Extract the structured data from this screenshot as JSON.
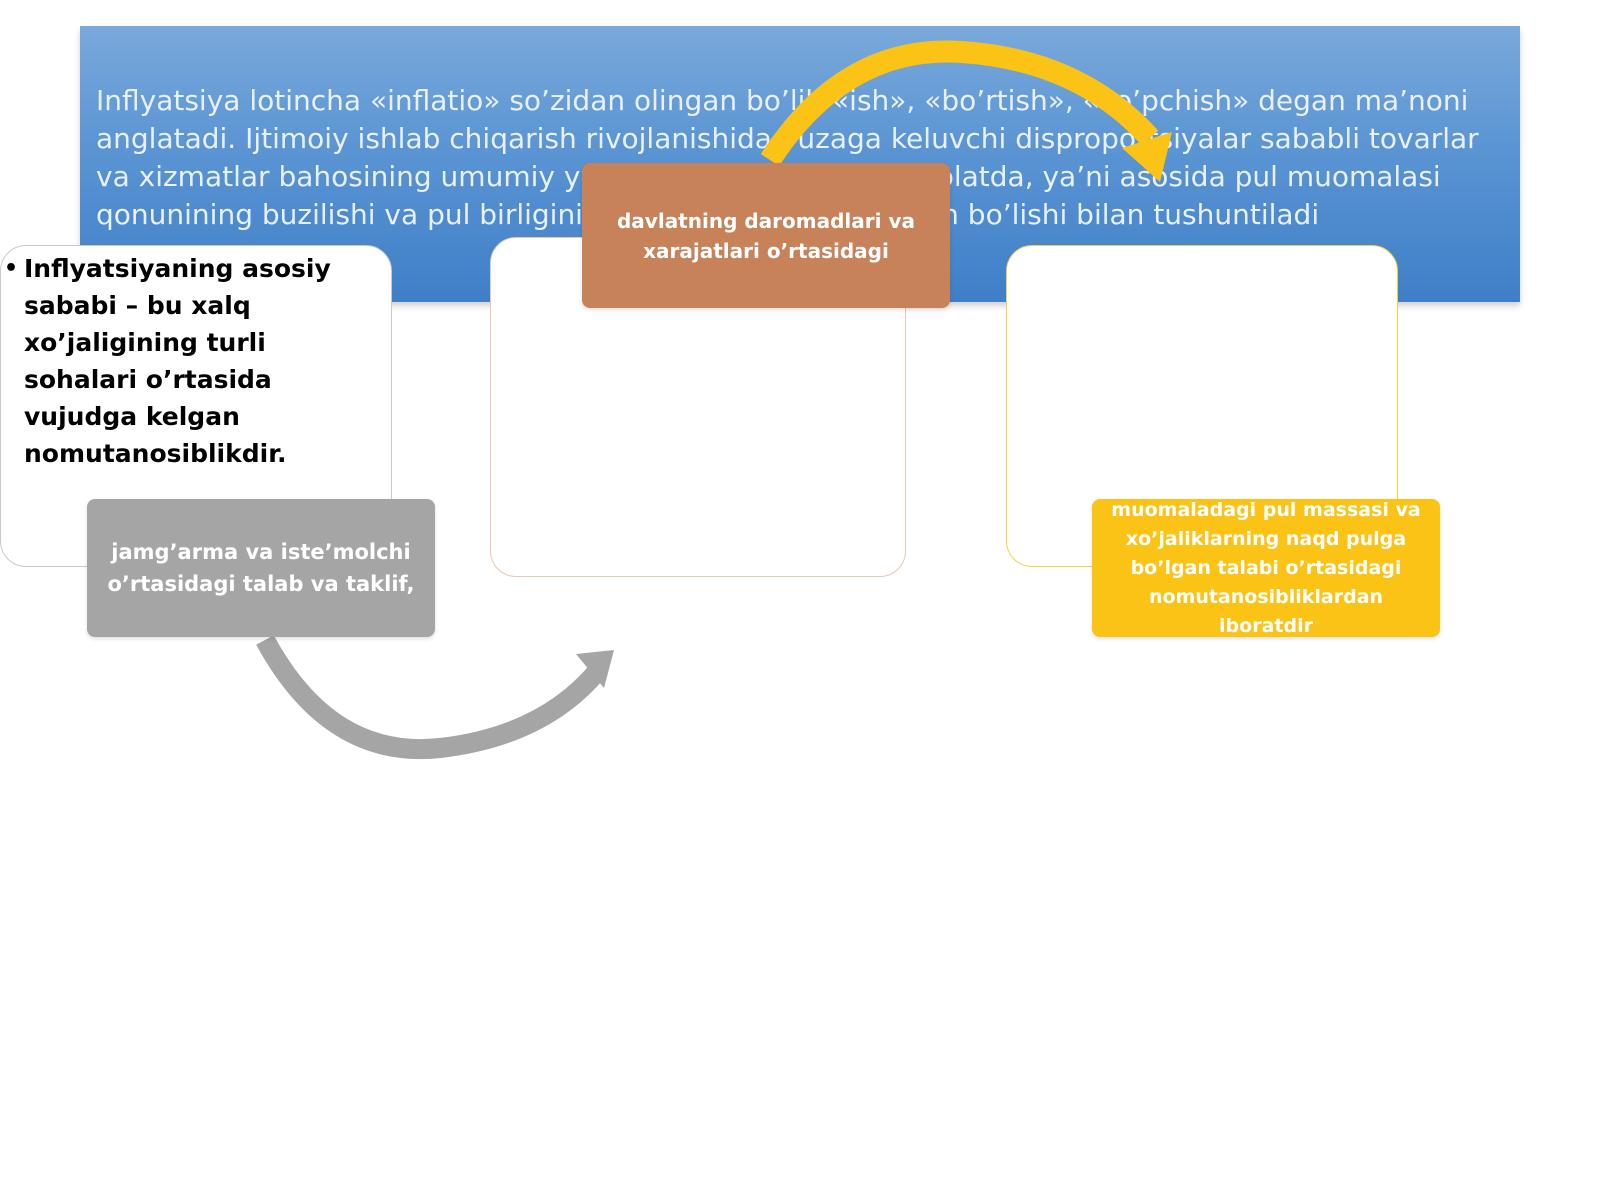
{
  "banner": {
    "text": "Inflyatsiya lotincha «inflatio» so’zidan olingan bo’lib «ish», «bo’rtish», «ko’pchish» degan ma’noni anglatadi. Ijtimoiy ishlab chiqarish rivojlanishida yuzaga keluvchi disproportsiyalar sababli tovarlar va xizmatlar bahosining umumiy yoki muomalada bo’lgan holatda, ya’ni asosida pul muomalasi qonunining buzilishi va pul birligining qadrsizlanishi namoyon bo’lishi bilan tushuntiladi"
  },
  "left_card": {
    "bullet_text": "Inflyatsiyaning asosiy sababi – bu xalq xo’jaligining turli sohalari o’rtasida vujudga kelgan nomutanosiblikdir."
  },
  "labels": {
    "gray": "jamg’arma va iste’molchi o’rtasidagi talab va taklif,",
    "orange": "davlatning daromadlari va xarajatlari o’rtasidagi",
    "yellow": "muomaladagi pul massasi va xo’jaliklarning naqd pulga bo’lgan talabi o’rtasidagi nomutanosibliklardan iboratdir"
  },
  "colors": {
    "banner": "#5a94d3",
    "gray": "#a5a5a5",
    "orange": "#c8825a",
    "yellow": "#fbc315",
    "gray_arrow": "#a5a5a5",
    "yellow_arrow": "#fbc315"
  },
  "icons": {
    "arrow_1": "curved-arrow",
    "arrow_2": "curved-arrow"
  }
}
